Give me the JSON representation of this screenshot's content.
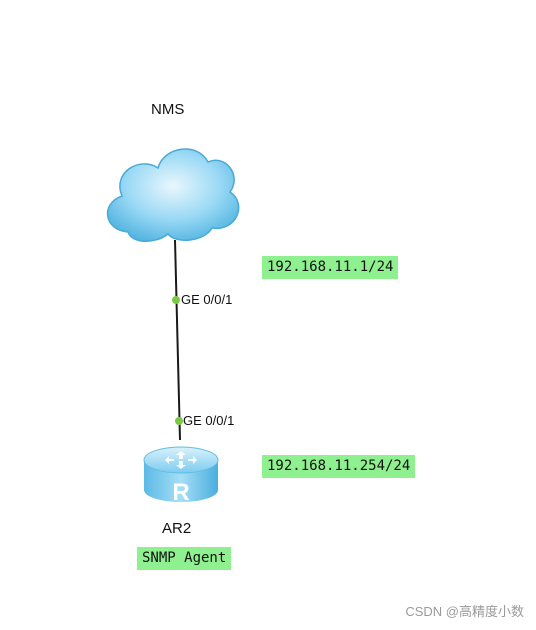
{
  "nodes": {
    "nms": {
      "label": "NMS"
    },
    "router": {
      "label": "AR2",
      "role": "SNMP Agent",
      "icon": "router-icon"
    }
  },
  "ports": {
    "nms_port": "GE 0/0/1",
    "router_port": "GE 0/0/1"
  },
  "addresses": {
    "nms_ip": "192.168.11.1/24",
    "router_ip": "192.168.11.254/24"
  },
  "colors": {
    "ip_tag_bg": "#8ef08e",
    "port_dot": "#7ac943",
    "cloud": "#8fd3f3",
    "router": "#8fd3f3"
  },
  "watermark": "CSDN @高精度小数"
}
